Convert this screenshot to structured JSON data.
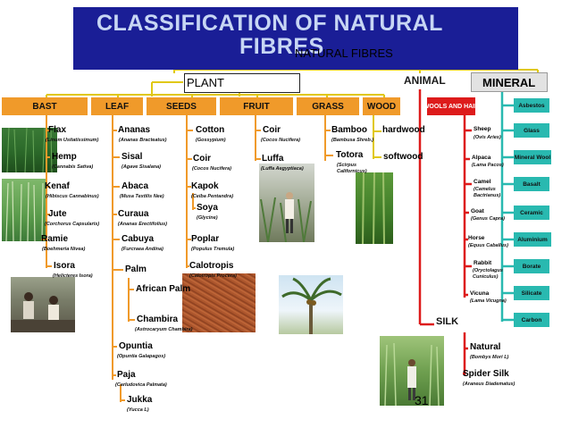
{
  "title": {
    "line1": "CLASSIFICATION OF NATURAL",
    "line2": "FIBRES"
  },
  "root": "NATURAL FIBRES",
  "plant_label": "PLANT",
  "animal_label": "ANIMAL",
  "mineral_label": "MINERAL",
  "plant_categories": {
    "bast": "BAST",
    "leaf": "LEAF",
    "seeds": "SEEDS",
    "fruit": "FRUIT",
    "grass": "GRASS",
    "wood": "WOOD"
  },
  "animal_categories": {
    "wools": "WOOLS AND HAIR",
    "silk": "SILK"
  },
  "bast": [
    {
      "name": "Flax",
      "sci": "(Linum Usitatissimum)"
    },
    {
      "name": "Hemp",
      "sci": "(Cannabis Sativa)"
    },
    {
      "name": "Kenaf",
      "sci": "(Hibiscus Cannabinus)"
    },
    {
      "name": "Jute",
      "sci": "(Corchorus Capsularis)"
    },
    {
      "name": "Ramie",
      "sci": "(Boehmeria Nivea)"
    },
    {
      "name": "Isora",
      "sci": "(Helicteres Isora)"
    }
  ],
  "leaf": [
    {
      "name": "Ananas",
      "sci": "(Ananas Bracteatus)"
    },
    {
      "name": "Sisal",
      "sci": "(Agave Sisalana)"
    },
    {
      "name": "Abaca",
      "sci": "(Musa Textilis Nee)"
    },
    {
      "name": "Curaua",
      "sci": "(Ananas Erectifolius)"
    },
    {
      "name": "Cabuya",
      "sci": "(Furcraea Andina)"
    },
    {
      "name": "Palm",
      "sci": ""
    },
    {
      "name": "African Palm",
      "sci": ""
    },
    {
      "name": "Chambira",
      "sci": "(Astrocaryum Chambira)"
    },
    {
      "name": "Opuntia",
      "sci": "(Opuntia Galapagos)"
    },
    {
      "name": "Paja",
      "sci": "(Carludovica Palmata)"
    },
    {
      "name": "Jukka",
      "sci": "(Yucca L)"
    }
  ],
  "seeds": [
    {
      "name": "Cotton",
      "sci": "(Gossypium)"
    },
    {
      "name": "Coir",
      "sci": "(Cocos Nucifera)"
    },
    {
      "name": "Kapok",
      "sci": "(Ceiba Pentandra)"
    },
    {
      "name": "Soya",
      "sci": "(Glycine)"
    },
    {
      "name": "Poplar",
      "sci": "(Populus Tremula)"
    },
    {
      "name": "Calotropis",
      "sci": "(Calotropis Procera)"
    }
  ],
  "fruit": [
    {
      "name": "Coir",
      "sci": "(Cocos Nucifera)"
    },
    {
      "name": "Luffa",
      "sci": "(Luffa Aegyptiaca)"
    }
  ],
  "grass": [
    {
      "name": "Bamboo",
      "sci": "(Bambusa Shreb.)"
    },
    {
      "name": "Totora",
      "sci": "(Scirpus Californicus)"
    }
  ],
  "wood": [
    {
      "name": "hardwood"
    },
    {
      "name": "softwood"
    }
  ],
  "wools": [
    {
      "name": "Sheep",
      "sci": "(Ovis Aries)"
    },
    {
      "name": "Alpaca",
      "sci": "(Lama Pacos)"
    },
    {
      "name": "Camel",
      "sci": "(Camelus Bactrianus)"
    },
    {
      "name": "Goat",
      "sci": "(Genus Capra)"
    },
    {
      "name": "Horse",
      "sci": "(Equus Caballus)"
    },
    {
      "name": "Rabbit",
      "sci": "(Oryctolagus Cuniculus)"
    },
    {
      "name": "Vicuna",
      "sci": "(Lama Vicugna)"
    }
  ],
  "silk": [
    {
      "name": "Natural",
      "sci": "(Bombyx Mori L)"
    },
    {
      "name": "Spider Silk",
      "sci": "(Araneus Diadematus)"
    }
  ],
  "minerals": [
    "Asbestos",
    "Glass",
    "Mineral Wool",
    "Basalt",
    "Ceramic",
    "Aluminium",
    "Borate",
    "Silicate",
    "Carbon"
  ],
  "page_number": "31",
  "colors": {
    "banner": "#1a1e96",
    "title": "#c7d6f4",
    "plant_category": "#f09a2a",
    "animal_line": "#dd1b1b",
    "mineral": "#29b9b0",
    "wood_branch": "#e7c21a"
  }
}
